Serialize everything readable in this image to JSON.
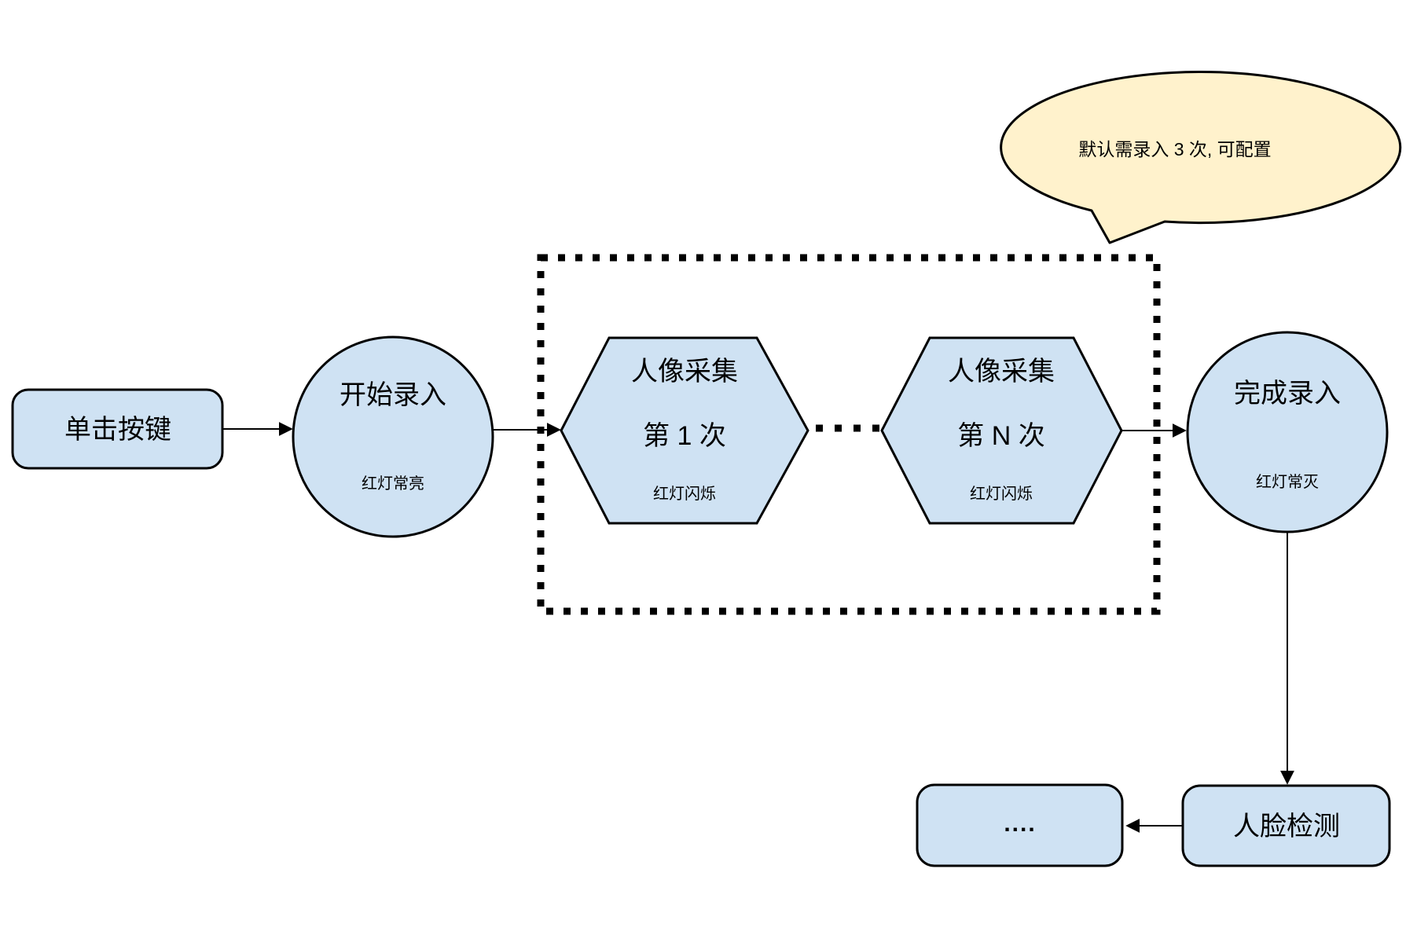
{
  "colors": {
    "node_fill": "#cfe2f3",
    "callout_fill": "#fff2cc",
    "stroke": "#000000",
    "background": "#ffffff"
  },
  "nodes": {
    "click_button": {
      "label": "单击按键"
    },
    "start_record": {
      "label": "开始录入",
      "status": "红灯常亮"
    },
    "capture_first": {
      "title": "人像采集",
      "count": "第 1 次",
      "status": "红灯闪烁"
    },
    "capture_nth": {
      "title": "人像采集",
      "count": "第 N 次",
      "status": "红灯闪烁"
    },
    "finish_record": {
      "label": "完成录入",
      "status": "红灯常灭"
    },
    "face_detect": {
      "label": "人脸检测"
    },
    "next_steps": {
      "label": "...."
    }
  },
  "callout": {
    "text": "默认需录入 3 次, 可配置"
  }
}
